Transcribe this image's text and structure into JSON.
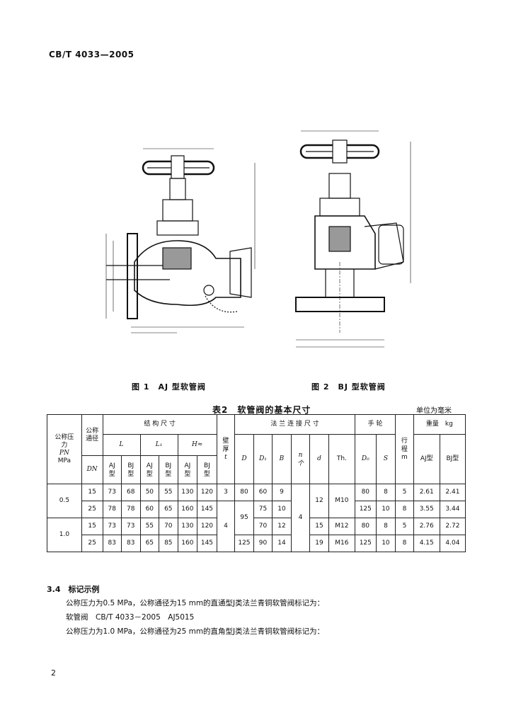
{
  "header": {
    "code": "CB/T 4033—2005"
  },
  "figures": {
    "fig1": {
      "caption": "图 1　AJ 型软管阀"
    },
    "fig2": {
      "caption": "图 2　BJ 型软管阀"
    }
  },
  "table": {
    "title": "表2　软管阀的基本尺寸",
    "unit": "单位为毫米",
    "headers": {
      "pn": "公称压力",
      "pn_sym": "PN",
      "pn_unit": "MPa",
      "dn": "公称通径",
      "dn_sym": "DN",
      "struct": "结 构 尺 寸",
      "L": "L",
      "L1": "L₁",
      "H": "H≈",
      "aj": "AJ型",
      "bj": "BJ型",
      "wall": "壁厚",
      "wall_sym": "t",
      "flange": "法 兰 连 接 尺 寸",
      "D": "D",
      "D1": "D₁",
      "B": "B",
      "n": "n个",
      "d": "d",
      "th": "Th.",
      "handwheel": "手 轮",
      "D0": "D₀",
      "S": "S",
      "stroke": "行程",
      "stroke_unit": "m",
      "weight": "重量　kg",
      "w_aj": "AJ型",
      "w_bj": "BJ型"
    },
    "pn_values": [
      "0.5",
      "1.0"
    ],
    "rows": [
      {
        "dn": "15",
        "L_aj": "73",
        "L_bj": "68",
        "L1_aj": "50",
        "L1_bj": "55",
        "H_aj": "130",
        "H_bj": "120",
        "t": "3",
        "D": "80",
        "D1": "60",
        "B": "9",
        "d": "12",
        "th": "M10",
        "D0": "80",
        "S": "8",
        "stroke": "5",
        "w_aj": "2.61",
        "w_bj": "2.41"
      },
      {
        "dn": "25",
        "L_aj": "78",
        "L_bj": "78",
        "L1_aj": "60",
        "L1_bj": "65",
        "H_aj": "160",
        "H_bj": "145",
        "D1": "75",
        "B": "10",
        "D0": "125",
        "S": "10",
        "stroke": "8",
        "w_aj": "3.55",
        "w_bj": "3.44"
      },
      {
        "dn": "15",
        "L_aj": "73",
        "L_bj": "73",
        "L1_aj": "55",
        "L1_bj": "70",
        "H_aj": "130",
        "H_bj": "120",
        "D1": "70",
        "B": "12",
        "d": "15",
        "th": "M12",
        "D0": "80",
        "S": "8",
        "stroke": "5",
        "w_aj": "2.76",
        "w_bj": "2.72"
      },
      {
        "dn": "25",
        "L_aj": "83",
        "L_bj": "83",
        "L1_aj": "65",
        "L1_bj": "85",
        "H_aj": "160",
        "H_bj": "145",
        "D": "125",
        "D1": "90",
        "B": "14",
        "d": "19",
        "th": "M16",
        "D0": "125",
        "S": "10",
        "stroke": "8",
        "w_aj": "4.15",
        "w_bj": "4.04"
      }
    ],
    "merged": {
      "t_lower": "4",
      "D_mid": "95",
      "n_all": "4"
    }
  },
  "section": {
    "heading": "3.4　标记示例",
    "lines": [
      "公称压力为0.5 MPa，公称通径为15 mm的直通型J类法兰青铜软管阀标记为：",
      "软管阀　CB/T 4033－2005　AJ5015",
      "公称压力为1.0 MPa，公称通径为25 mm的直角型J类法兰青铜软管阀标记为："
    ]
  },
  "page_number": "2"
}
